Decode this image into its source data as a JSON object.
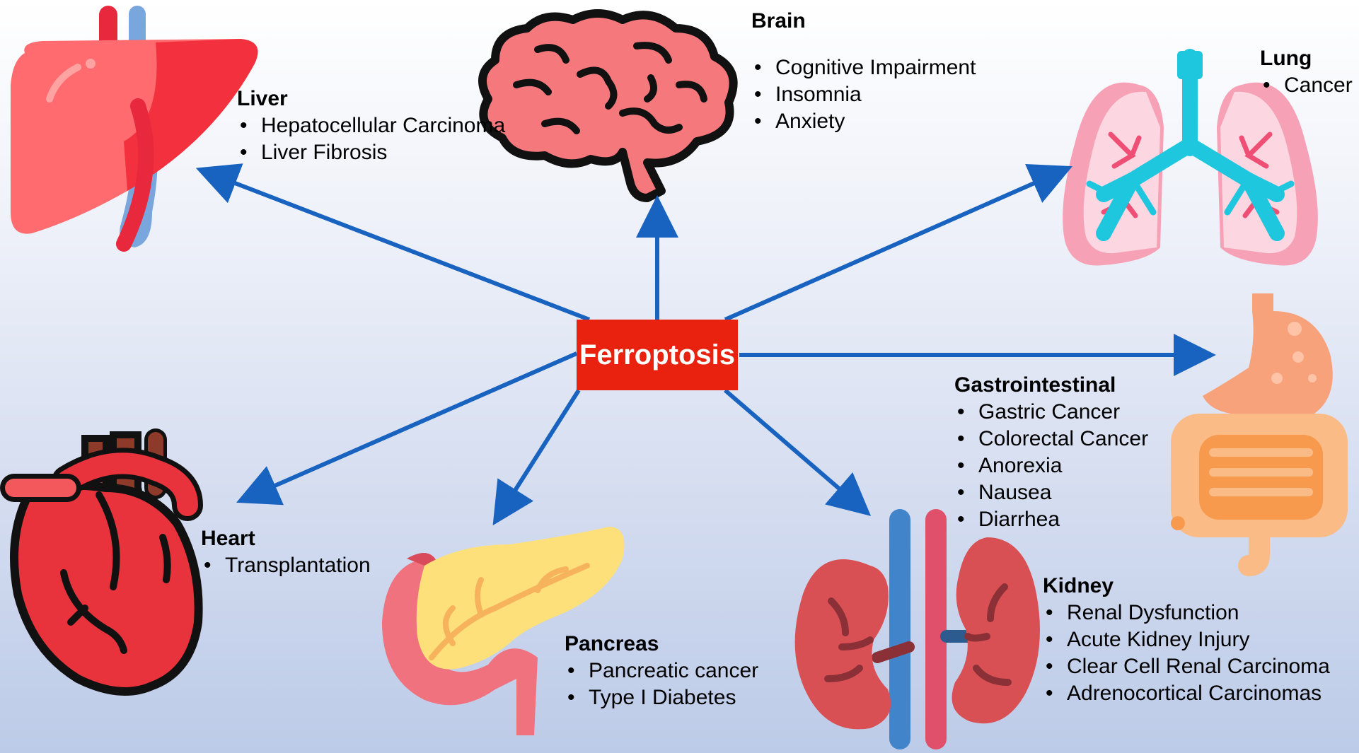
{
  "center": {
    "label": "Ferroptosis",
    "color": "#e8220f"
  },
  "arrow_color": "#1862c0",
  "organs": {
    "liver": {
      "icon": "liver-icon",
      "title": "Liver",
      "items": [
        "Hepatocellular Carcinoma",
        "Liver Fibrosis"
      ]
    },
    "brain": {
      "icon": "brain-icon",
      "title": "Brain",
      "items": [
        "Cognitive Impairment",
        "Insomnia",
        "Anxiety"
      ]
    },
    "lung": {
      "icon": "lung-icon",
      "title": "Lung",
      "items": [
        "Cancer"
      ]
    },
    "gastrointestinal": {
      "icon": "stomach-intestine-icon",
      "title": "Gastrointestinal",
      "items": [
        "Gastric Cancer",
        "Colorectal Cancer",
        "Anorexia",
        "Nausea",
        "Diarrhea"
      ]
    },
    "kidney": {
      "icon": "kidney-icon",
      "title": "Kidney",
      "items": [
        "Renal Dysfunction",
        "Acute Kidney Injury",
        "Clear Cell Renal Carcinoma",
        "Adrenocortical Carcinomas"
      ]
    },
    "pancreas": {
      "icon": "pancreas-icon",
      "title": "Pancreas",
      "items": [
        "Pancreatic cancer",
        "Type I Diabetes"
      ]
    },
    "heart": {
      "icon": "heart-icon",
      "title": "Heart",
      "items": [
        "Transplantation"
      ]
    }
  }
}
